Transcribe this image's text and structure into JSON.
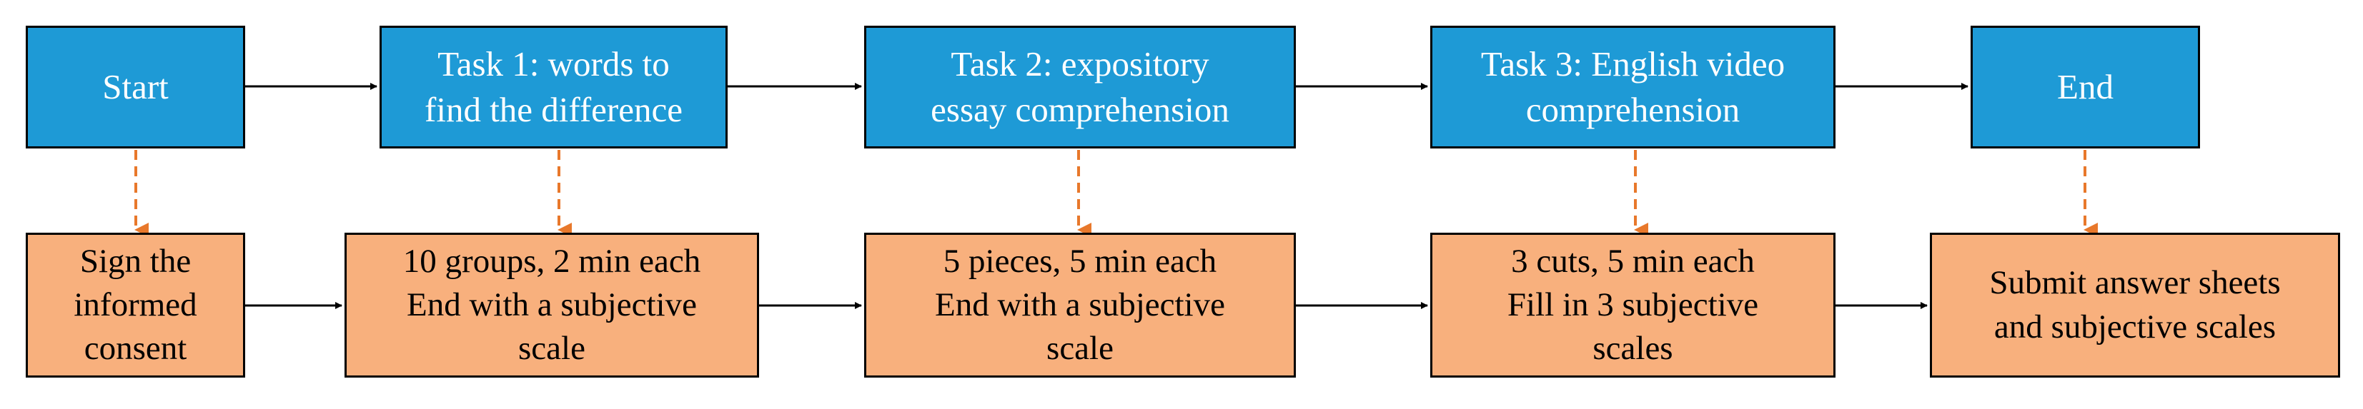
{
  "top_row": {
    "start": "Start",
    "task1": "Task 1: words to\nfind the difference",
    "task2": "Task 2: expository\nessay comprehension",
    "task3": "Task 3: English video\ncomprehension",
    "end": "End"
  },
  "bottom_row": {
    "consent": "Sign the\ninformed\nconsent",
    "task1_detail": "10 groups, 2 min each\nEnd with a subjective\nscale",
    "task2_detail": "5 pieces, 5 min each\nEnd with a subjective\nscale",
    "task3_detail": "3 cuts, 5 min each\nFill in 3 subjective\nscales",
    "submit": "Submit answer sheets\nand subjective scales"
  },
  "colors": {
    "blue_fill": "#1e9ad6",
    "orange_fill": "#f8b07d",
    "dashed_arrow": "#e8782b",
    "solid_arrow": "#000000"
  }
}
